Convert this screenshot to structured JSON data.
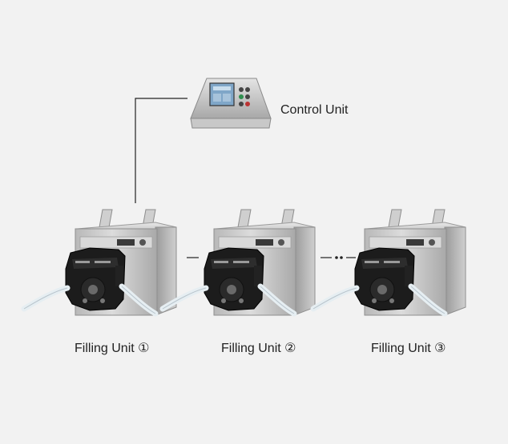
{
  "diagram": {
    "control_unit": {
      "label": "Control Unit",
      "image": "touchscreen-controller"
    },
    "filling_units": [
      {
        "label": "Filling Unit ①",
        "image": "peristaltic-pump"
      },
      {
        "label": "Filling Unit ②",
        "image": "peristaltic-pump"
      },
      {
        "label": "Filling Unit ③",
        "image": "peristaltic-pump"
      }
    ],
    "connector_between_2_and_3": "dotted-continuation",
    "colors": {
      "background": "#f2f2f2",
      "steel": "#c9c9c9",
      "pump_head": "#1c1c1c",
      "tube": "#e6eef2",
      "screen": "#7fa6c8",
      "line": "#222222"
    }
  }
}
